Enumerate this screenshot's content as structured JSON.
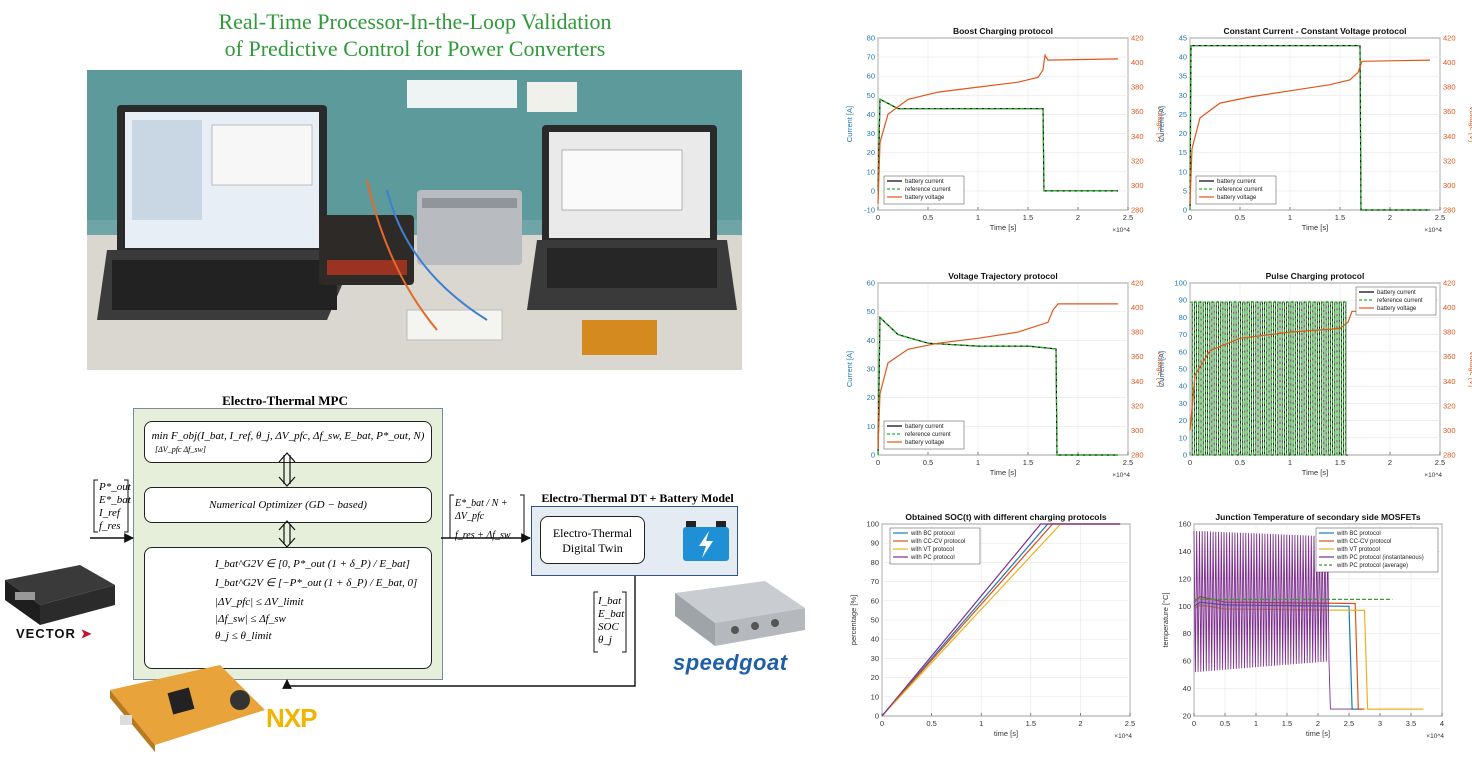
{
  "title_lines": [
    "Real-Time Processor-In-the-Loop Validation",
    "of Predictive Control for Power Converters"
  ],
  "diagram": {
    "mpc_title": "Electro-Thermal MPC",
    "objective": "min F_obj(I_bat, I_ref, θ_j, ΔV_pfc, Δf_sw, E_bat, P*_out, N)",
    "objective_sub": "[ΔV_pfc Δf_sw]",
    "optimizer": "Numerical Optimizer (GD − based)",
    "constraints": [
      "I_bat^G2V ∈ [0, P*_out (1 + δ_P) / E_bat]",
      "I_bat^G2V ∈ [−P*_out (1 + δ_P) / E_bat, 0]",
      "|ΔV_pfc| ≤ ΔV_limit",
      "|Δf_sw| ≤ Δf_sw",
      "θ_j ≤ θ_limit"
    ],
    "inputs": [
      "P*_out",
      "E*_bat",
      "I_ref",
      "f_res"
    ],
    "outputs": [
      "E*_bat / N + ΔV_pfc",
      "f_res + Δf_sw"
    ],
    "feedback": [
      "I_bat",
      "E_bat",
      "SOC",
      "θ_j"
    ],
    "dt_title": "Electro-Thermal DT + Battery Model",
    "dt_block": [
      "Electro-Thermal",
      "Digital Twin"
    ],
    "logos": {
      "vector": "VECTOR",
      "speedgoat": "speedgoat",
      "nxp": "NXP"
    }
  },
  "chart_data": [
    {
      "type": "line",
      "title": "Boost Charging protocol",
      "xlabel": "Time [s]",
      "x_multiplier": "×10^4",
      "ylabel": "Current [A]",
      "ylabel2": "Voltage [V]",
      "xlim": [
        0,
        2.5
      ],
      "ylim": [
        -10,
        80
      ],
      "ylim2": [
        280,
        420
      ],
      "xticks": [
        "0",
        "0.5",
        "1",
        "1.5",
        "2",
        "2.5"
      ],
      "yticks": [
        "-10",
        "0",
        "10",
        "20",
        "30",
        "40",
        "50",
        "60",
        "70",
        "80"
      ],
      "yticks2": [
        "280",
        "300",
        "320",
        "340",
        "360",
        "380",
        "400",
        "420"
      ],
      "legend": [
        "battery current",
        "reference current",
        "battery voltage"
      ],
      "legend_position": "bottom-left",
      "series": [
        {
          "name": "battery current",
          "axis": "left",
          "color": "#000000",
          "x": [
            0,
            0.02,
            0.2,
            1.65,
            1.66,
            2.4
          ],
          "y": [
            0,
            48,
            43,
            43,
            0,
            0
          ]
        },
        {
          "name": "reference current",
          "axis": "left",
          "color": "#22bb22",
          "dashed": true,
          "x": [
            0,
            0.02,
            0.2,
            1.65,
            1.66,
            2.4
          ],
          "y": [
            0,
            48,
            43,
            43,
            0,
            0
          ]
        },
        {
          "name": "battery voltage",
          "axis": "right",
          "color": "#e0561b",
          "x": [
            0,
            0.02,
            0.1,
            0.3,
            0.6,
            1.0,
            1.4,
            1.6,
            1.65,
            1.67,
            1.7,
            2.4
          ],
          "y": [
            285,
            335,
            358,
            370,
            376,
            380,
            384,
            388,
            394,
            406,
            402,
            403
          ]
        }
      ]
    },
    {
      "type": "line",
      "title": "Constant Current - Constant Voltage protocol",
      "xlabel": "Time [s]",
      "x_multiplier": "×10^4",
      "ylabel": "Current [A]",
      "ylabel2": "Voltage [V]",
      "xlim": [
        0,
        2.5
      ],
      "ylim": [
        0,
        45
      ],
      "ylim2": [
        280,
        420
      ],
      "xticks": [
        "0",
        "0.5",
        "1",
        "1.5",
        "2",
        "2.5"
      ],
      "yticks": [
        "0",
        "5",
        "10",
        "15",
        "20",
        "25",
        "30",
        "35",
        "40",
        "45"
      ],
      "yticks2": [
        "280",
        "300",
        "320",
        "340",
        "360",
        "380",
        "400",
        "420"
      ],
      "legend": [
        "battery current",
        "reference current",
        "battery voltage"
      ],
      "legend_position": "bottom-left",
      "series": [
        {
          "name": "battery current",
          "axis": "left",
          "color": "#000000",
          "x": [
            0,
            0.01,
            1.7,
            1.71,
            2.4
          ],
          "y": [
            0,
            43,
            43,
            0,
            0
          ]
        },
        {
          "name": "reference current",
          "axis": "left",
          "color": "#22bb22",
          "dashed": true,
          "x": [
            0,
            0.01,
            1.7,
            1.71,
            2.4
          ],
          "y": [
            0,
            43,
            43,
            0,
            0
          ]
        },
        {
          "name": "battery voltage",
          "axis": "right",
          "color": "#e0561b",
          "x": [
            0,
            0.02,
            0.1,
            0.3,
            0.6,
            1.0,
            1.4,
            1.6,
            1.68,
            1.72,
            2.4
          ],
          "y": [
            285,
            330,
            355,
            367,
            372,
            377,
            382,
            386,
            392,
            401,
            402
          ]
        }
      ]
    },
    {
      "type": "line",
      "title": "Voltage Trajectory protocol",
      "xlabel": "Time [s]",
      "x_multiplier": "×10^4",
      "ylabel": "Current [A]",
      "ylabel2": "Voltage [V]",
      "xlim": [
        0,
        2.5
      ],
      "ylim": [
        0,
        60
      ],
      "ylim2": [
        280,
        420
      ],
      "xticks": [
        "0",
        "0.5",
        "1",
        "1.5",
        "2",
        "2.5"
      ],
      "yticks": [
        "0",
        "10",
        "20",
        "30",
        "40",
        "50",
        "60"
      ],
      "yticks2": [
        "280",
        "300",
        "320",
        "340",
        "360",
        "380",
        "400",
        "420"
      ],
      "legend": [
        "battery current",
        "reference current",
        "battery voltage"
      ],
      "legend_position": "bottom-left",
      "series": [
        {
          "name": "battery current",
          "axis": "left",
          "color": "#000000",
          "x": [
            0,
            0.02,
            0.2,
            0.5,
            1.0,
            1.5,
            1.78,
            1.79,
            2.4
          ],
          "y": [
            0,
            48,
            42,
            39,
            38,
            38,
            37,
            0,
            0
          ]
        },
        {
          "name": "reference current",
          "axis": "left",
          "color": "#22bb22",
          "dashed": true,
          "x": [
            0,
            0.02,
            0.2,
            0.5,
            1.0,
            1.5,
            1.78,
            1.79,
            2.4
          ],
          "y": [
            0,
            48,
            42,
            39,
            38,
            38,
            37,
            0,
            0
          ]
        },
        {
          "name": "battery voltage",
          "axis": "right",
          "color": "#e0561b",
          "x": [
            0,
            0.02,
            0.1,
            0.3,
            0.6,
            1.0,
            1.4,
            1.7,
            1.75,
            1.8,
            2.4
          ],
          "y": [
            285,
            330,
            355,
            366,
            371,
            375,
            380,
            388,
            398,
            403,
            403
          ]
        }
      ]
    },
    {
      "type": "line",
      "title": "Pulse Charging protocol",
      "xlabel": "Time [s]",
      "x_multiplier": "×10^4",
      "ylabel": "Current [A]",
      "ylabel2": "Voltage [V]",
      "xlim": [
        0,
        2.5
      ],
      "ylim": [
        0,
        100
      ],
      "ylim2": [
        280,
        420
      ],
      "xticks": [
        "0",
        "0.5",
        "1",
        "1.5",
        "2",
        "2.5"
      ],
      "yticks": [
        "0",
        "10",
        "20",
        "30",
        "40",
        "50",
        "60",
        "70",
        "80",
        "90",
        "100"
      ],
      "yticks2": [
        "280",
        "300",
        "320",
        "340",
        "360",
        "380",
        "400",
        "420"
      ],
      "legend": [
        "battery current",
        "reference current",
        "battery voltage"
      ],
      "legend_position": "top-right",
      "pulse": {
        "x_start": 0,
        "x_end": 1.58,
        "high": 89,
        "low": 0,
        "count": 36
      },
      "series": [
        {
          "name": "battery current",
          "axis": "left",
          "color": "#000000",
          "pulsed": true,
          "x": [
            0,
            1.58
          ],
          "y": [
            89,
            0
          ]
        },
        {
          "name": "reference current",
          "axis": "left",
          "color": "#22bb22",
          "dashed": true,
          "pulsed": true,
          "x": [
            0,
            1.58
          ],
          "y": [
            89,
            0
          ]
        },
        {
          "name": "battery voltage",
          "axis": "right",
          "color": "#e0561b",
          "x": [
            0,
            0.05,
            0.2,
            0.5,
            1.0,
            1.5,
            1.58,
            1.62,
            2.4
          ],
          "y": [
            300,
            345,
            365,
            375,
            380,
            383,
            388,
            397,
            397
          ]
        }
      ]
    },
    {
      "type": "line",
      "title": "Obtained SOC(t) with different charging protocols",
      "xlabel": "time [s]",
      "x_multiplier": "×10^4",
      "ylabel": "percentage [%]",
      "xlim": [
        0,
        2.5
      ],
      "ylim": [
        0,
        100
      ],
      "xticks": [
        "0",
        "0.5",
        "1",
        "1.5",
        "2",
        "2.5"
      ],
      "yticks": [
        "0",
        "10",
        "20",
        "30",
        "40",
        "50",
        "60",
        "70",
        "80",
        "90",
        "100"
      ],
      "legend": [
        "with BC protocol",
        "with CC-CV protocol",
        "with VT protocol",
        "with PC protocol"
      ],
      "legend_position": "top-left",
      "series": [
        {
          "name": "with BC protocol",
          "color": "#1f77b4",
          "x": [
            0,
            1.67,
            2.4
          ],
          "y": [
            0,
            100,
            100
          ]
        },
        {
          "name": "with CC-CV protocol",
          "color": "#d95319",
          "x": [
            0,
            1.72,
            2.4
          ],
          "y": [
            0,
            100,
            100
          ]
        },
        {
          "name": "with VT protocol",
          "color": "#edb120",
          "x": [
            0,
            1.8,
            2.4
          ],
          "y": [
            0,
            100,
            100
          ]
        },
        {
          "name": "with PC protocol",
          "color": "#7e2f8e",
          "x": [
            0,
            1.6,
            2.4
          ],
          "y": [
            0,
            100,
            100
          ]
        }
      ]
    },
    {
      "type": "line",
      "title": "Junction Temperature of secondary side MOSFETs",
      "xlabel": "time [s]",
      "x_multiplier": "×10^4",
      "ylabel": "temperature [°C]",
      "xlim": [
        0,
        4
      ],
      "ylim": [
        20,
        160
      ],
      "xticks": [
        "0",
        "0.5",
        "1",
        "1.5",
        "2",
        "2.5",
        "3",
        "3.5",
        "4"
      ],
      "yticks": [
        "20",
        "40",
        "60",
        "80",
        "100",
        "120",
        "140",
        "160"
      ],
      "legend": [
        "with BC protocol",
        "with CC-CV protocol",
        "with VT protocol",
        "with PC protocol (instantaneous)",
        "with PC protocol (average)"
      ],
      "legend_position": "top-right",
      "series": [
        {
          "name": "with BC protocol",
          "color": "#1f77b4",
          "x": [
            0,
            0.1,
            0.5,
            2.5,
            2.55,
            2.7
          ],
          "y": [
            100,
            103,
            101,
            100,
            25,
            25
          ]
        },
        {
          "name": "with CC-CV protocol",
          "color": "#d95319",
          "x": [
            0,
            0.1,
            0.5,
            2.6,
            2.65,
            2.75
          ],
          "y": [
            103,
            107,
            103,
            102,
            25,
            25
          ]
        },
        {
          "name": "with VT protocol",
          "color": "#edb120",
          "x": [
            0,
            0.1,
            0.5,
            2.75,
            2.8,
            3.7
          ],
          "y": [
            98,
            101,
            98,
            97,
            25,
            25
          ]
        },
        {
          "name": "with PC protocol (instantaneous)",
          "color": "#7e2f8e",
          "pulsed": true,
          "x": [
            0,
            2.2
          ],
          "y": [
            155,
            55
          ]
        },
        {
          "name": "with PC protocol (average)",
          "color": "#3a9a3a",
          "dashed": true,
          "x": [
            0,
            3.2
          ],
          "y": [
            105,
            105
          ]
        }
      ]
    }
  ]
}
